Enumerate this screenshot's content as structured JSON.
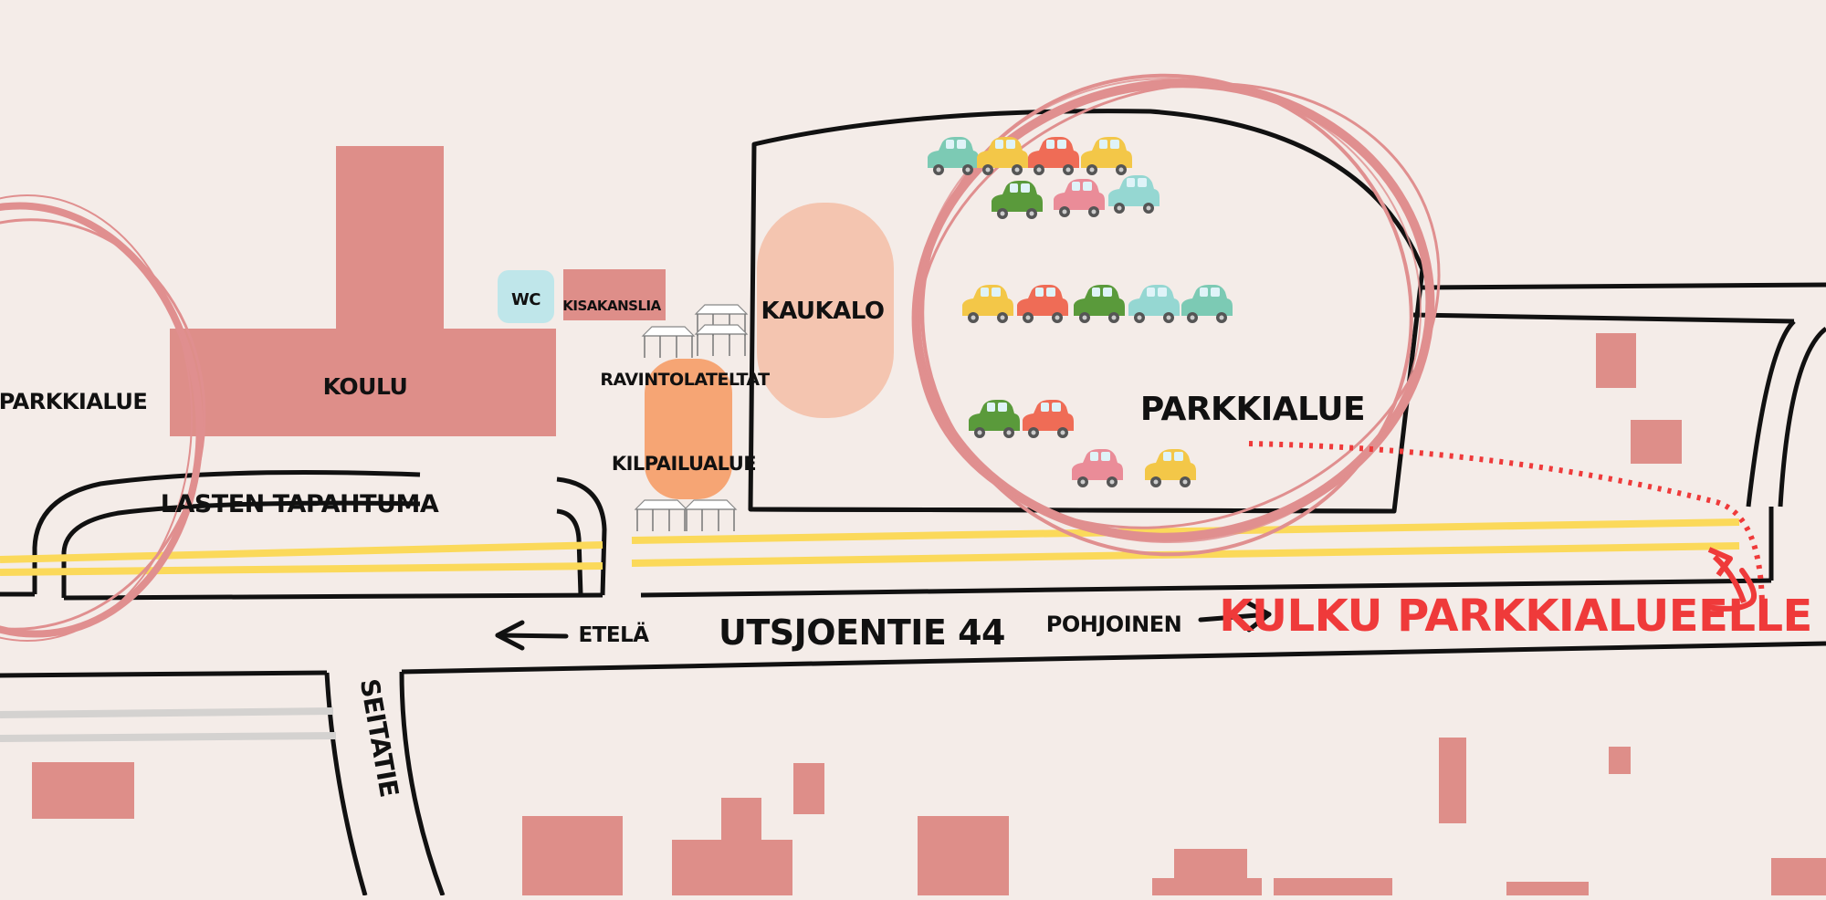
{
  "map": {
    "labels": {
      "parking_west": "PARKKIALUE",
      "school": "KOULU",
      "wc": "WC",
      "office": "KISAKANSLIA",
      "restaurant_tents": "RAVINTOLATELTAT",
      "competition_area": "KILPAILUALUE",
      "rink": "KAUKALO",
      "parking_main": "PARKKIALUE",
      "kids_event": "LASTEN TAPAHTUMA",
      "south": "ETELÄ",
      "road_main": "UTSJOENTIE 44",
      "north": "POHJOINEN",
      "access": "KULKU PARKKIALUEELLE",
      "side_road": "SEITATIE"
    },
    "colors": {
      "background": "#f4ece8",
      "building": "#de8e89",
      "rink": "#f4c5b0",
      "competition": "#f6a574",
      "wc": "#bfe6ea",
      "road_lines": "#fbd95a",
      "access_route": "#ef3a3a",
      "parking_circle": "#e08f8f"
    },
    "icons": [
      "car-icon",
      "tent-icon",
      "arrow-left-icon",
      "arrow-right-icon",
      "curved-arrow-icon"
    ]
  }
}
